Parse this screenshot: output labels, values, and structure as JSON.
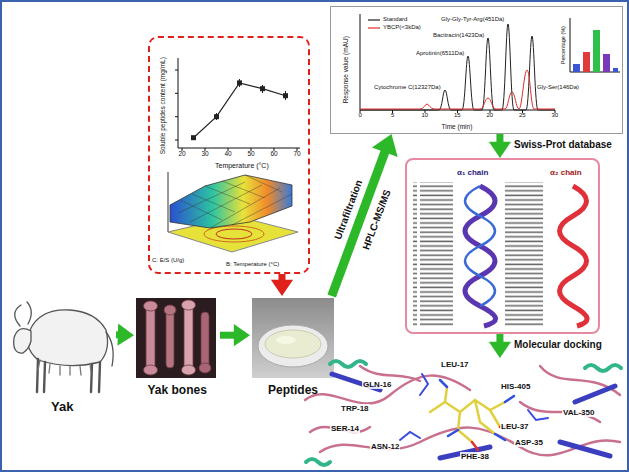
{
  "diagram": {
    "nodes": [
      {
        "text": [
          "Yak"
        ]
      },
      {
        "text": [
          "Yak bones"
        ]
      },
      {
        "text": [
          "Peptides"
        ]
      },
      {
        "text": [
          "Soluble peptides content (mg/mL)",
          "Temperature (°C)"
        ]
      },
      {
        "text": [
          "Response value (mAU)",
          "Time (min)"
        ]
      },
      {
        "text": [
          "α₁ chain",
          "α₂ chain"
        ]
      },
      {
        "text": [
          "LEU-17",
          "GLN-16",
          "HIS-405",
          "VAL-350",
          "TRP-18",
          "SER-14",
          "ASN-12",
          "LEU-37",
          "ASP-35",
          "PHE-38"
        ]
      }
    ],
    "edges": [
      {
        "from": 0,
        "to": 1,
        "arrow": "to"
      },
      {
        "from": 1,
        "to": 2,
        "arrow": "to"
      },
      {
        "from": 3,
        "to": 2,
        "arrow": "to"
      },
      {
        "from": 2,
        "to": 4,
        "arrow": "to"
      },
      {
        "from": 4,
        "to": 5,
        "arrow": "to"
      },
      {
        "from": 5,
        "to": 6,
        "arrow": "to"
      }
    ],
    "labels": [
      "Ultrafiltration",
      "HPLC-MS/MS",
      "Swiss-Prot database",
      "Molecular docking",
      "C: E/S (U/g)",
      "B: Temperature (°C)",
      "Cytochrome C(12327Da)",
      "Aprotinin(6511Da)",
      "Bacitracin(1423Da)",
      "Gly-Gly-Tyr-Arg(451Da)",
      "Gly-Ser(146Da)",
      "Percentage (%)",
      "20",
      "30",
      "40",
      "50",
      "60",
      "70",
      "0",
      "5",
      "10",
      "15",
      "20",
      "25",
      "30"
    ],
    "legend": [
      {
        "text": "Standard"
      },
      {
        "text": "YBCP(<3kDa)"
      }
    ]
  }
}
